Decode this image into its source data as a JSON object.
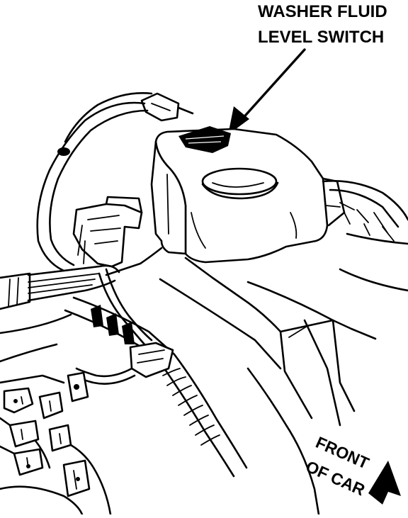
{
  "labels": {
    "switch_line1": "WASHER FLUID",
    "switch_line2": "LEVEL SWITCH",
    "front_line1": "FRONT",
    "front_line2": "OF CAR"
  },
  "colors": {
    "ink": "#000000",
    "paper": "#ffffff"
  }
}
